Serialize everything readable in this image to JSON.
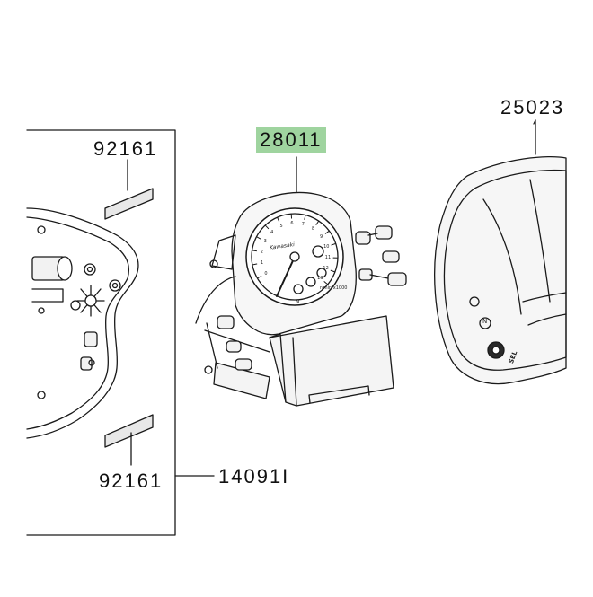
{
  "callouts": {
    "meter_cover": "25023",
    "meter_assembly": "28011",
    "label_top": "92161",
    "label_bottom": "92161",
    "front_panel": "14091I"
  },
  "gauge_text": {
    "brand": "Kawasaki",
    "rpm_unit": "r/min x1000",
    "dial_numbers": [
      "0",
      "1",
      "2",
      "3",
      "4",
      "5",
      "6",
      "7",
      "8",
      "9",
      "10",
      "11",
      "12",
      "13"
    ],
    "indicator_n": "N",
    "cover_n": "N",
    "cover_bottom": "SEL"
  },
  "colors": {
    "highlight": "#9fd49f",
    "line": "#1a1a1a",
    "shade": "#e6e6e6"
  }
}
